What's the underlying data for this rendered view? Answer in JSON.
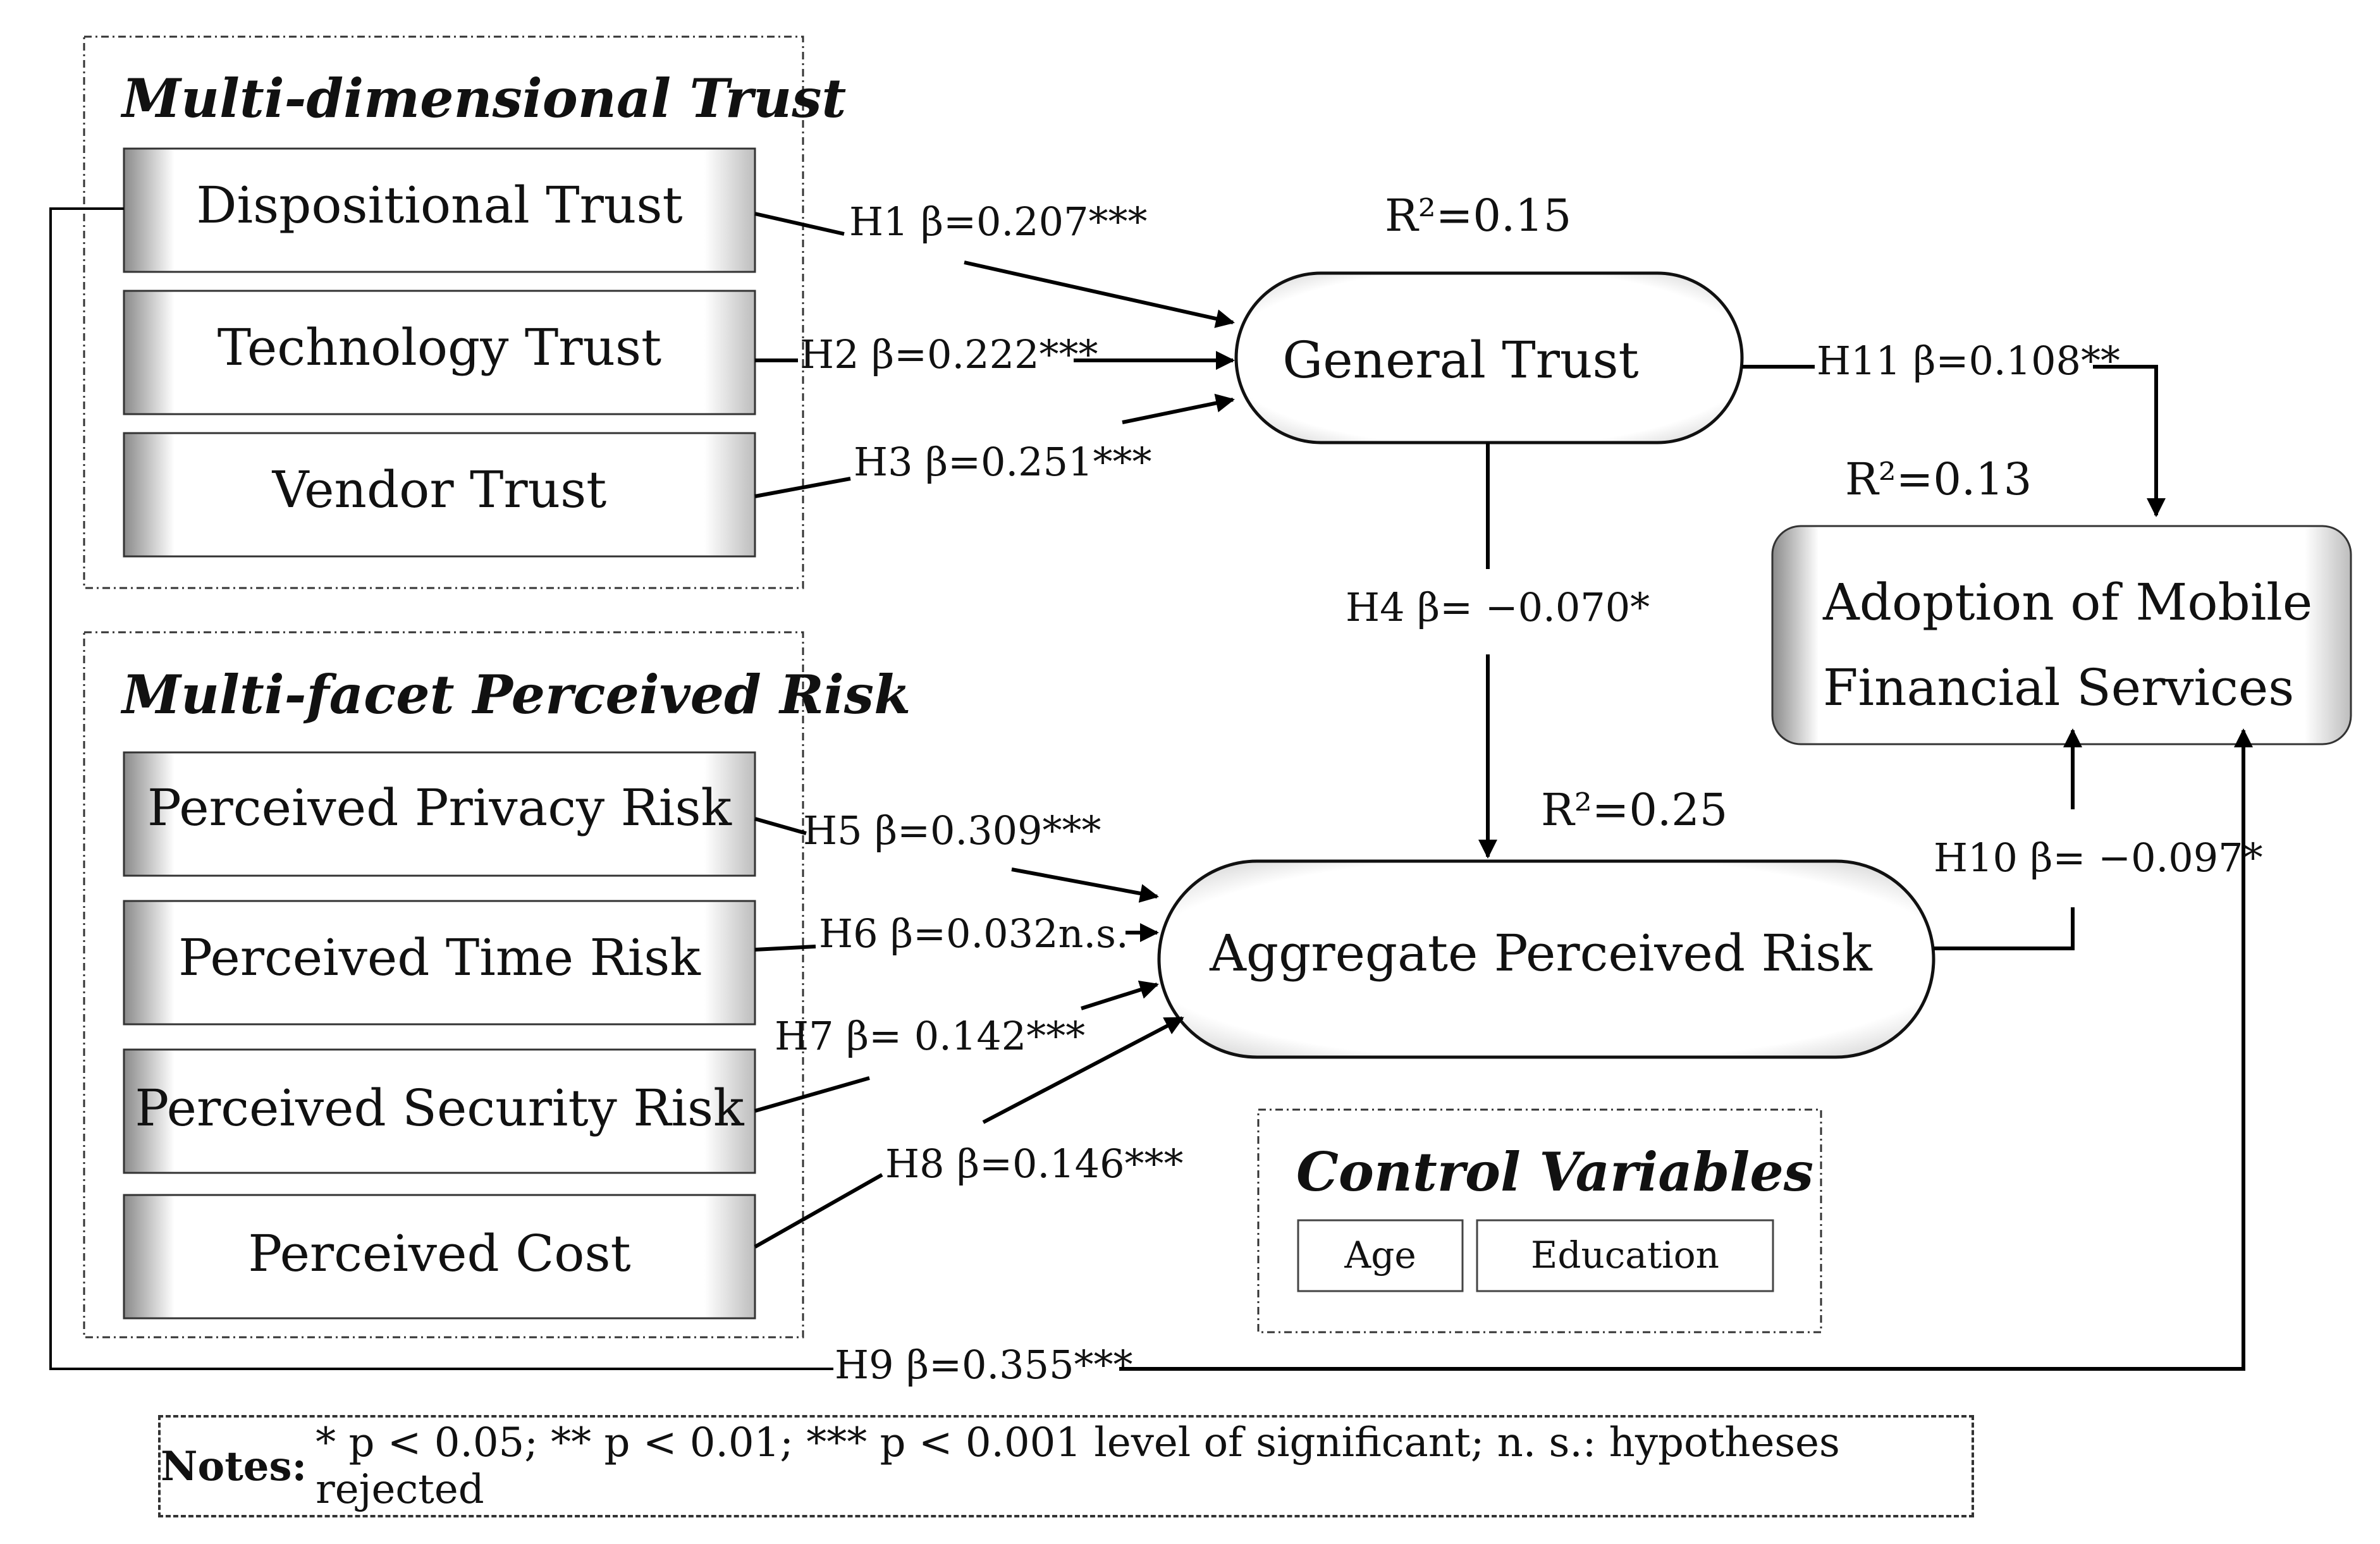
{
  "groups": {
    "trust_heading": "Multi-dimensional Trust",
    "risk_heading": "Multi-facet Perceived Risk",
    "control_heading": "Control Variables"
  },
  "constructs": {
    "dispositional_trust": "Dispositional Trust",
    "technology_trust": "Technology Trust",
    "vendor_trust": "Vendor Trust",
    "privacy_risk": "Perceived Privacy Risk",
    "time_risk": "Perceived Time Risk",
    "security_risk": "Perceived Security Risk",
    "perceived_cost": "Perceived Cost",
    "general_trust": "General Trust",
    "aggregate_risk": "Aggregate Perceived Risk",
    "adoption_line1": "Adoption of Mobile",
    "adoption_line2": "Financial Services"
  },
  "controls": {
    "age": "Age",
    "education": "Education"
  },
  "r_squared": {
    "general_trust": "R²=0.15",
    "adoption": "R²=0.13",
    "aggregate_risk": "R²=0.25"
  },
  "paths": {
    "h1": "H1 β=0.207***",
    "h2": "H2 β=0.222***",
    "h3": "H3 β=0.251***",
    "h4": "H4 β= −0.070*",
    "h5": "H5 β=0.309***",
    "h6": "H6 β=0.032n.s.",
    "h7": "H7 β= 0.142***",
    "h8": "H8 β=0.146***",
    "h9": "H9 β=0.355***",
    "h10": "H10 β= −0.097*",
    "h11": "H11 β=0.108**"
  },
  "notes": {
    "label": "Notes:",
    "text": "* p < 0.05; ** p < 0.01; *** p < 0.001 level of significant; n. s.: hypotheses rejected"
  }
}
